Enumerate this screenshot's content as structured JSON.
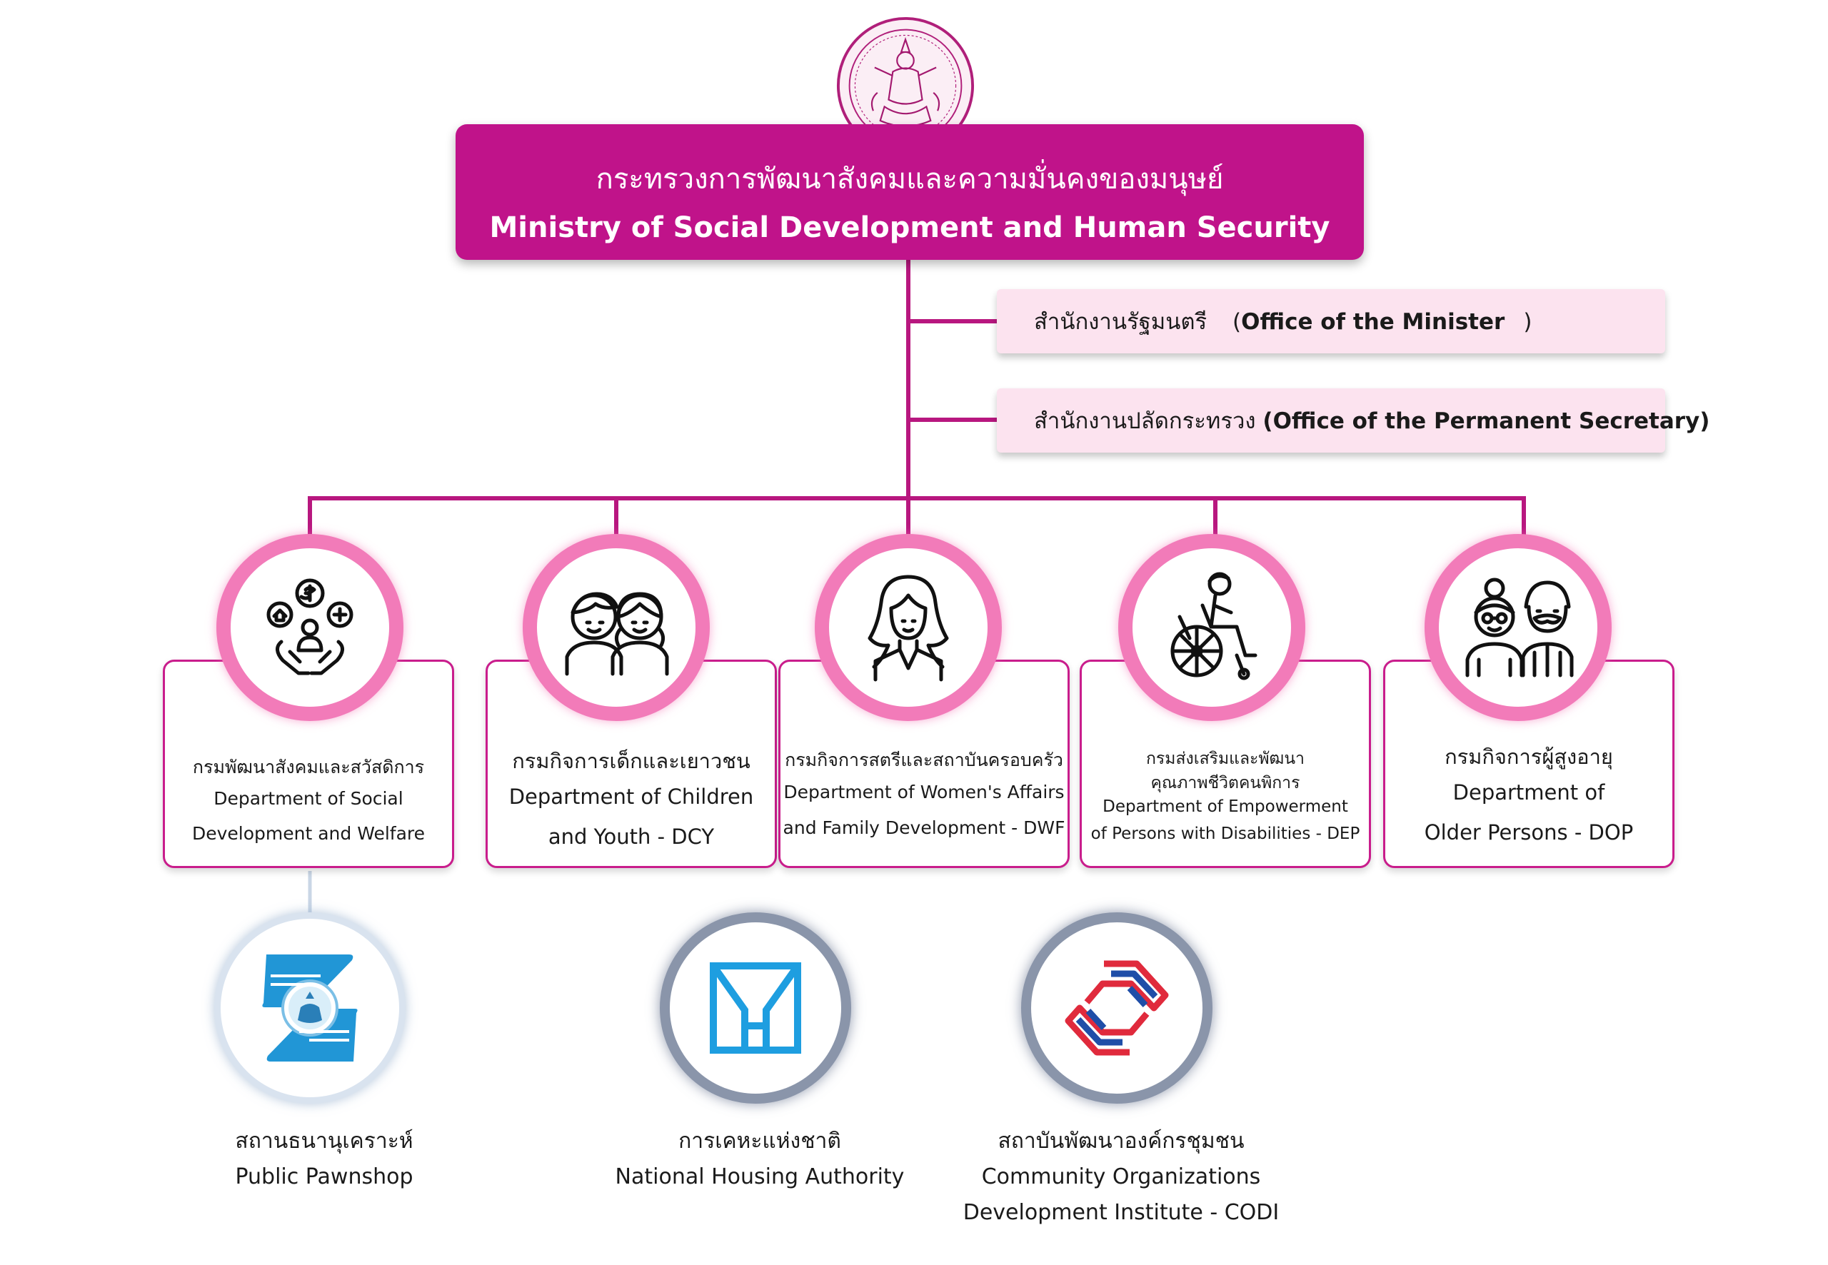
{
  "ministry": {
    "name_th": "กระทรวงการพัฒนาสังคมและความมั่นคงของมนุษย์",
    "name_en": "Ministry of Social Development and Human Security"
  },
  "offices": [
    {
      "name_th": "สำนักงานรัฐมนตรี",
      "open": "(",
      "name_en": "Office of the Minister",
      "close": ")"
    },
    {
      "name_th": "สำนักงานปลัดกระทรวง",
      "open": "(",
      "name_en": "Office of the Permanent Secretary",
      "close": ")"
    }
  ],
  "departments": [
    {
      "icon": "social-welfare-icon",
      "lines": [
        "กรมพัฒนาสังคมและสวัสดิการ",
        "Department of Social",
        "Development and Welfare"
      ]
    },
    {
      "icon": "children-icon",
      "lines": [
        "กรมกิจการเด็กและเยาวชน",
        "Department of Children",
        "and Youth - DCY"
      ]
    },
    {
      "icon": "woman-icon",
      "lines": [
        "กรมกิจการสตรีและสถาบันครอบครัว",
        "Department of Women's Affairs",
        "and Family Development - DWF"
      ]
    },
    {
      "icon": "wheelchair-icon",
      "lines": [
        "กรมส่งเสริมและพัฒนา",
        "คุณภาพชีวิตคนพิการ",
        "Department of Empowerment",
        "of Persons with Disabilities - DEP"
      ]
    },
    {
      "icon": "elderly-couple-icon",
      "lines": [
        "กรมกิจการผู้สูงอายุ",
        "Department of",
        "Older Persons - DOP"
      ]
    }
  ],
  "agencies": [
    {
      "icon": "public-pawnshop-logo",
      "lines": [
        "สถานธนานุเคราะห์",
        "Public Pawnshop"
      ]
    },
    {
      "icon": "national-housing-authority-logo",
      "lines": [
        "การเคหะแห่งชาติ",
        "National Housing Authority"
      ]
    },
    {
      "icon": "codi-logo",
      "lines": [
        "สถาบันพัฒนาองค์กรชุมชน",
        "Community Organizations",
        "Development Institute - CODI"
      ]
    }
  ],
  "colors": {
    "primary_magenta": "#c0138a",
    "connector": "#b8177f",
    "circle_ring": "#f27bb9",
    "office_fill": "#fce3ef",
    "agency_ring": "#8a95aa"
  }
}
